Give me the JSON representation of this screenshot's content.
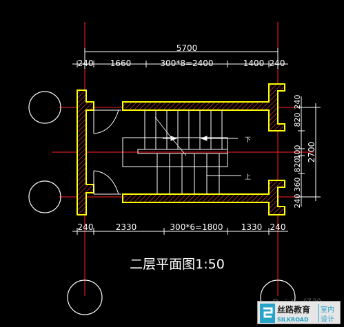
{
  "drawing": {
    "title": "二层平面图1:50",
    "dims_top_overall": "5700",
    "dims_top": [
      "240",
      "1660",
      "300*8=2400",
      "1400",
      "240"
    ],
    "dims_bottom": [
      "240",
      "2330",
      "300*6=1800",
      "1330",
      "240"
    ],
    "dims_right_inner": [
      "240",
      "820",
      "100",
      "820",
      "360",
      "240"
    ],
    "dims_right_overall": "2700",
    "arrow_labels": [
      "下",
      "上"
    ]
  },
  "watermark": {
    "text_back": "Baidu 经验",
    "brand_cn": "丝路教育",
    "brand_en": "SILKROAD",
    "side_top": "室内",
    "side_bottom": "设计"
  },
  "colors": {
    "background": "#000000",
    "wall": "#ffff00",
    "axis": "#ff2020",
    "lines": "#ffffff",
    "dim_green": "#00d000",
    "brand": "#2aa3c9"
  }
}
